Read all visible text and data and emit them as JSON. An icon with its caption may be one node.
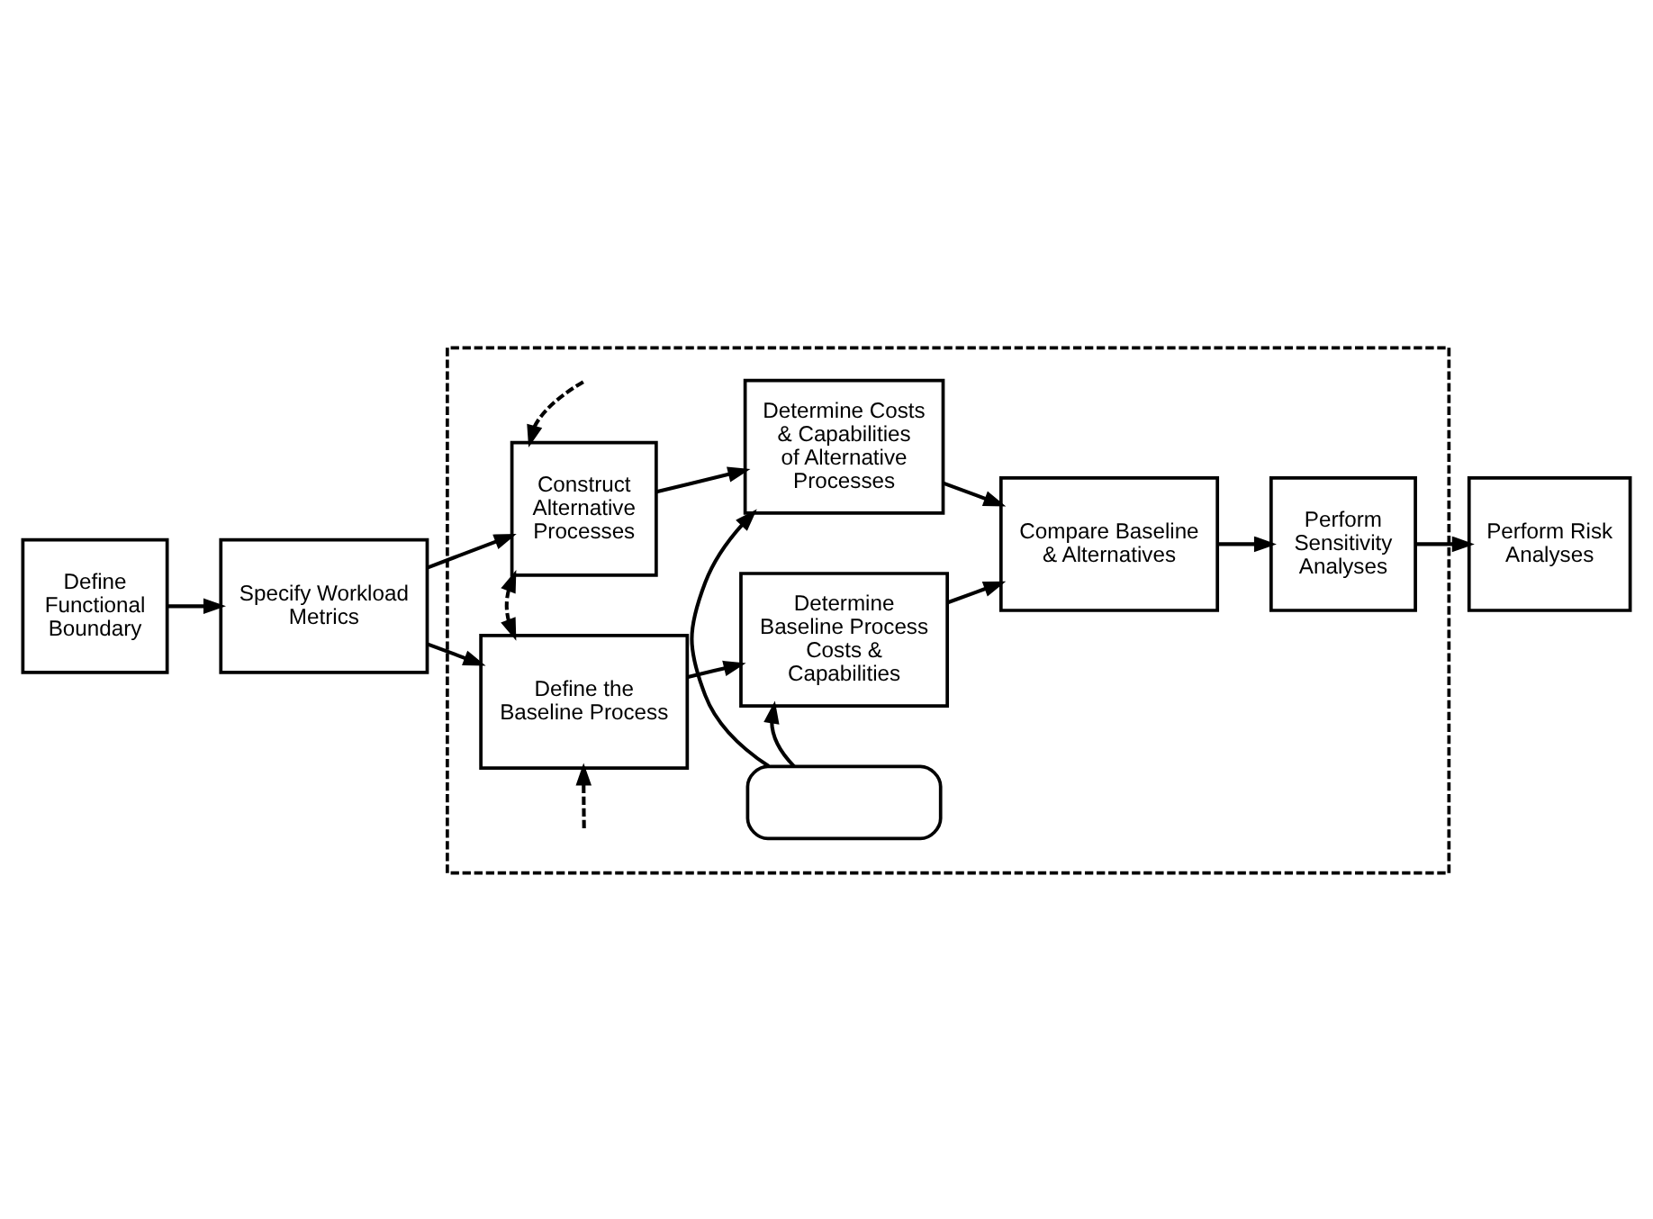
{
  "diagram": {
    "nodes": [
      {
        "text": [
          "Define Functional Boundary"
        ]
      },
      {
        "text": [
          "Specify Workload Metrics"
        ]
      },
      {
        "text": [],
        "shape": "box"
      },
      {
        "text": [
          "Define the Baseline Process"
        ],
        "in": 2
      },
      {
        "text": [
          "Construct Alternative Processes"
        ],
        "in": 2
      },
      {
        "text": [
          "Determine Baseline Process Costs & Capabilities"
        ],
        "in": 2
      },
      {
        "text": [],
        "shape": "box",
        "in": 2
      },
      {
        "text": [
          "Determine Costs & Capabilities of Alternative Processes"
        ],
        "in": 2
      },
      {
        "text": [
          "Compare Baseline & Alternatives"
        ],
        "in": 2
      },
      {
        "text": [
          "Perform Sensitivity Analyses"
        ],
        "in": 2
      },
      {
        "text": [
          "Perform Risk Analyses"
        ]
      }
    ],
    "edges": [
      {
        "from": 0,
        "to": 1,
        "arrow": "to"
      },
      {
        "from": 1,
        "to": 3,
        "arrow": "to"
      },
      {
        "from": 1,
        "to": 4,
        "arrow": "to"
      },
      {
        "from": 3,
        "to": 5,
        "arrow": "to"
      },
      {
        "from": 4,
        "to": 7,
        "arrow": "to"
      },
      {
        "from": 6,
        "to": 5,
        "arrow": "to"
      },
      {
        "from": 6,
        "to": 7,
        "arrow": "to"
      },
      {
        "from": 5,
        "to": 8,
        "arrow": "to"
      },
      {
        "from": 7,
        "to": 8,
        "arrow": "to"
      },
      {
        "from": 8,
        "to": 9,
        "arrow": "to"
      },
      {
        "from": 9,
        "to": 10,
        "arrow": "to"
      },
      {
        "from": null,
        "to": 3,
        "arrow": "to",
        "style": "dashed"
      },
      {
        "from": null,
        "to": 4,
        "arrow": "to",
        "style": "dashed"
      },
      {
        "from": 3,
        "to": 4,
        "arrow": "both",
        "style": "dashed"
      }
    ]
  }
}
